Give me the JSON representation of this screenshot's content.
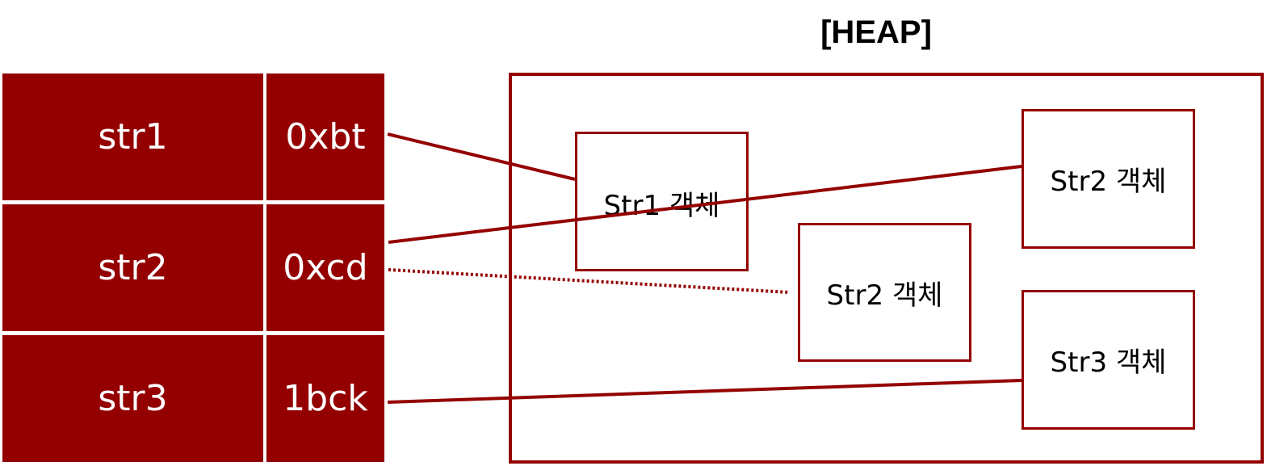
{
  "heap": {
    "title": "[HEAP]"
  },
  "stack": [
    {
      "name": "str1",
      "address": "0xbt"
    },
    {
      "name": "str2",
      "address": "0xcd"
    },
    {
      "name": "str3",
      "address": "1bck"
    }
  ],
  "objects": [
    {
      "label": "Str1 객체"
    },
    {
      "label": "Str2 객체"
    },
    {
      "label": "Str2 객체"
    },
    {
      "label": "Str3 객체"
    }
  ],
  "colors": {
    "accent": "#940000",
    "text_on_accent": "#ffffff"
  }
}
